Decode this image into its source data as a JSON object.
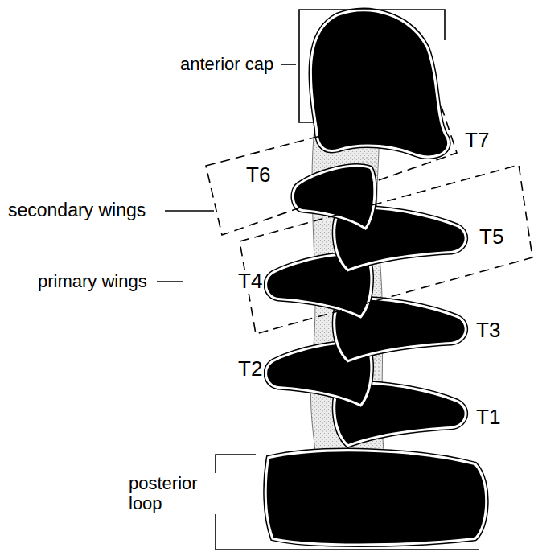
{
  "diagram": {
    "labels": [
      "anterior cap",
      "T7",
      "T6",
      "secondary wings",
      "T5",
      "primary wings",
      "T4",
      "T3",
      "T2",
      "T1",
      "posterior loop"
    ]
  }
}
